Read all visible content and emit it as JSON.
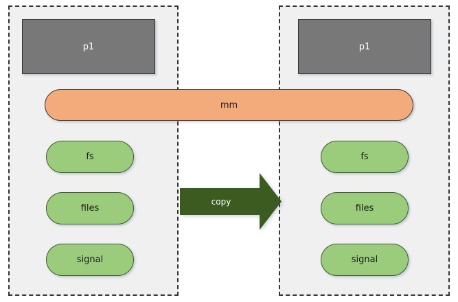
{
  "diagram": {
    "title": "process memory copy diagram",
    "colors": {
      "panel_background": "#f0f0f0",
      "panel_border": "#333333",
      "process_box_fill": "#787878",
      "process_box_text": "#ffffff",
      "memory_pill_fill": "#f4ab7c",
      "resource_pill_fill": "#9bcc7c",
      "arrow_fill": "#3b5b20",
      "arrow_text": "#ffffff"
    },
    "panels": [
      {
        "id": "source",
        "process": {
          "label": "p1"
        },
        "resources": [
          {
            "label": "fs"
          },
          {
            "label": "files"
          },
          {
            "label": "signal"
          }
        ]
      },
      {
        "id": "destination",
        "process": {
          "label": "p1"
        },
        "resources": [
          {
            "label": "fs"
          },
          {
            "label": "files"
          },
          {
            "label": "signal"
          }
        ]
      }
    ],
    "shared_memory": {
      "label": "mm"
    },
    "arrow": {
      "label": "copy",
      "direction": "right"
    }
  }
}
